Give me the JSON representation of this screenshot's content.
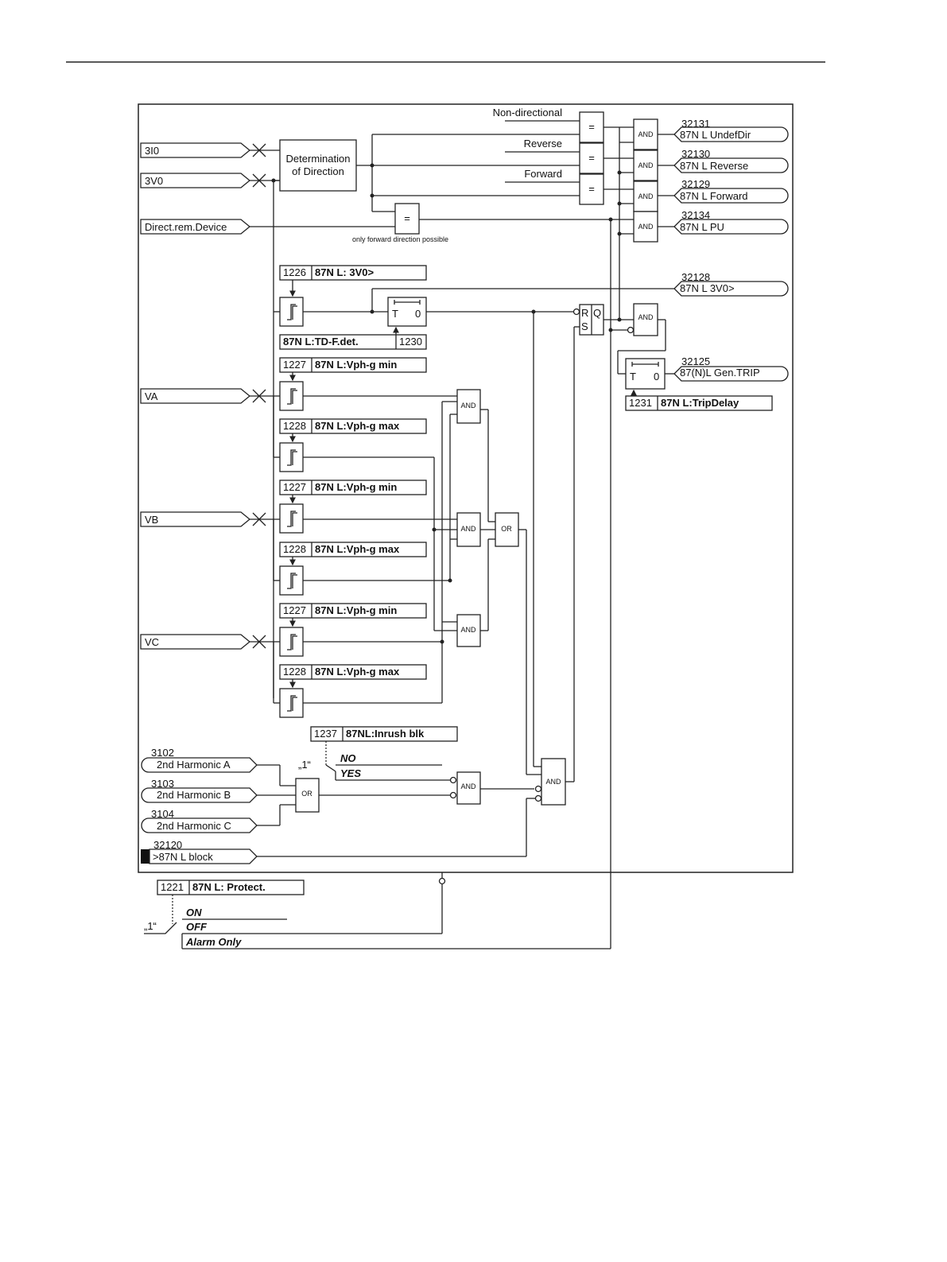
{
  "inputs": {
    "i3I0": "3I0",
    "v3V0": "3V0",
    "direct_rem": "Direct.rem.Device",
    "va": "VA",
    "vb": "VB",
    "vc": "VC",
    "harm_a": {
      "number": "3102",
      "label": "2nd Harmonic A"
    },
    "harm_b": {
      "number": "3103",
      "label": "2nd Harmonic B"
    },
    "harm_c": {
      "number": "3104",
      "label": "2nd Harmonic C"
    },
    "block": {
      "number": "32120",
      "label": ">87N L block"
    }
  },
  "direction": {
    "block_line1": "Determination",
    "block_line2": "of Direction",
    "non_directional": "Non-directional",
    "reverse": "Reverse",
    "forward": "Forward",
    "eq": "=",
    "only_forward_note": "only forward direction possible"
  },
  "outputs": {
    "undef": {
      "number": "32131",
      "label": "87N L UndefDir"
    },
    "reverse": {
      "number": "32130",
      "label": "87N L Reverse"
    },
    "forward": {
      "number": "32129",
      "label": "87N L Forward"
    },
    "pu": {
      "number": "32134",
      "label": "87N L PU"
    },
    "v3v0": {
      "number": "32128",
      "label": "87N L 3V0>"
    },
    "trip": {
      "number": "32125",
      "label": "87(N)L Gen.TRIP"
    }
  },
  "settings": {
    "s1226": {
      "number": "1226",
      "label": "87N L: 3V0>"
    },
    "s1230": {
      "number": "1230",
      "label": "87N L:TD-F.det."
    },
    "s1227": {
      "number": "1227",
      "label": "87N L:Vph-g min"
    },
    "s1228": {
      "number": "1228",
      "label": "87N L:Vph-g max"
    },
    "s1231": {
      "number": "1231",
      "label": "87N L:TripDelay"
    },
    "s1237": {
      "number": "1237",
      "label": "87NL:Inrush blk"
    },
    "s1221": {
      "number": "1221",
      "label": "87N L: Protect."
    }
  },
  "gates": {
    "and": "AND",
    "or": "OR",
    "timer_t": "T",
    "timer_0": "0",
    "rs_r": "R",
    "rs_s": "S",
    "rs_q": "Q"
  },
  "switches": {
    "one": "„1“",
    "inrush_no": "NO",
    "inrush_yes": "YES",
    "protect_on": "ON",
    "protect_off": "OFF",
    "protect_alarm": "Alarm Only"
  }
}
